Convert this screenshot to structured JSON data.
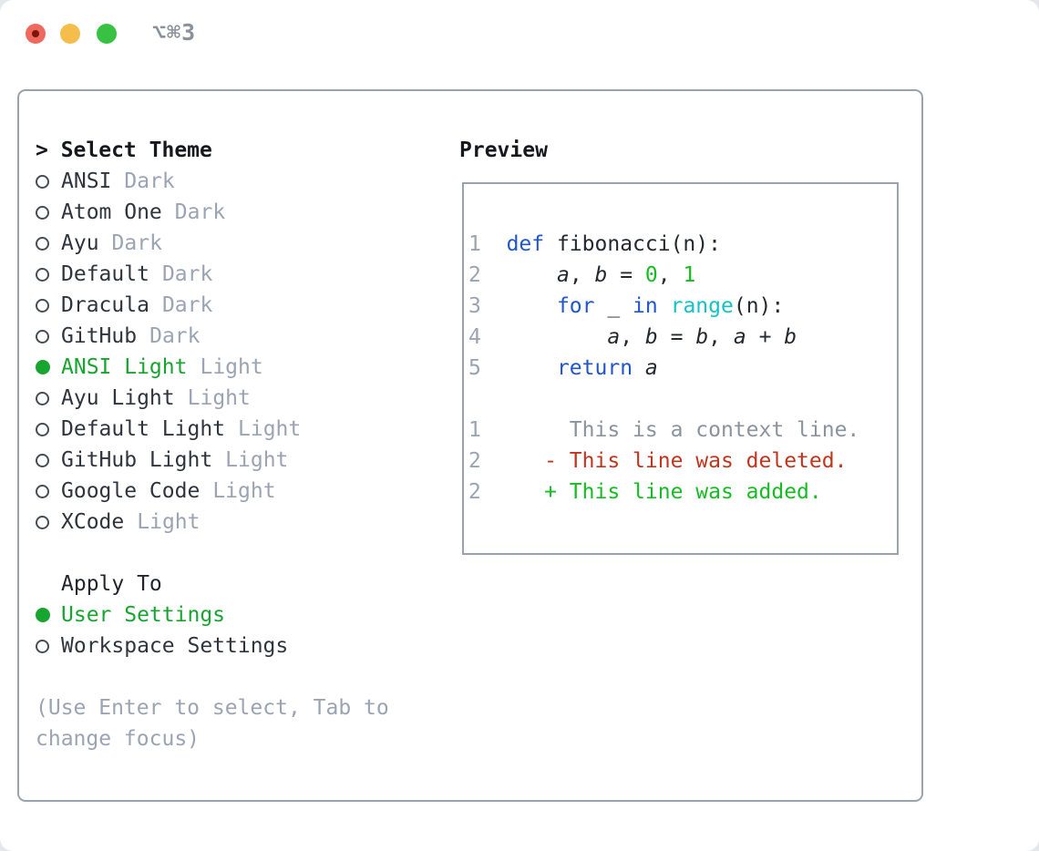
{
  "window": {
    "title": "⌥⌘3"
  },
  "titlebar": {
    "buttons": [
      {
        "name": "close",
        "color": "#ee6a5f"
      },
      {
        "name": "minimize",
        "color": "#f5bd4c"
      },
      {
        "name": "zoom",
        "color": "#38c244"
      }
    ]
  },
  "colors": {
    "accent_selected_green": "#17a52f",
    "added_green": "#16bd22",
    "deleted_red": "#c1351f",
    "keyword_blue": "#1e56cb",
    "function_cyan": "#14c2c9",
    "muted_gray": "#9aa4b2",
    "context_gray": "#8a939e",
    "text_dark": "#2f353d",
    "border_gray": "#99a3ae"
  },
  "theme_list": {
    "header": "> Select Theme",
    "items": [
      {
        "name": "ANSI",
        "variant": "Dark",
        "selected": false
      },
      {
        "name": "Atom One",
        "variant": "Dark",
        "selected": false
      },
      {
        "name": "Ayu",
        "variant": "Dark",
        "selected": false
      },
      {
        "name": "Default",
        "variant": "Dark",
        "selected": false
      },
      {
        "name": "Dracula",
        "variant": "Dark",
        "selected": false
      },
      {
        "name": "GitHub",
        "variant": "Dark",
        "selected": false
      },
      {
        "name": "ANSI Light",
        "variant": "Light",
        "selected": true
      },
      {
        "name": "Ayu Light",
        "variant": "Light",
        "selected": false
      },
      {
        "name": "Default Light",
        "variant": "Light",
        "selected": false
      },
      {
        "name": "GitHub Light",
        "variant": "Light",
        "selected": false
      },
      {
        "name": "Google Code",
        "variant": "Light",
        "selected": false
      },
      {
        "name": "XCode",
        "variant": "Light",
        "selected": false
      }
    ]
  },
  "apply_to": {
    "header": "Apply To",
    "options": [
      {
        "label": "User Settings",
        "selected": true
      },
      {
        "label": "Workspace Settings",
        "selected": false
      }
    ]
  },
  "hint": {
    "line1": "(Use Enter to select, Tab to",
    "line2": "change focus)"
  },
  "preview": {
    "title": "Preview",
    "lines": [
      {
        "num": "1",
        "tokens": [
          {
            "t": "  ",
            "c": "fg"
          },
          {
            "t": "def",
            "c": "kw"
          },
          {
            "t": " fibonacci(n):",
            "c": "fg"
          }
        ]
      },
      {
        "num": "2",
        "tokens": [
          {
            "t": "      ",
            "c": "fg"
          },
          {
            "t": "a",
            "c": "var"
          },
          {
            "t": ", ",
            "c": "fg"
          },
          {
            "t": "b",
            "c": "var"
          },
          {
            "t": " = ",
            "c": "fg"
          },
          {
            "t": "0",
            "c": "num"
          },
          {
            "t": ", ",
            "c": "fg"
          },
          {
            "t": "1",
            "c": "num"
          }
        ]
      },
      {
        "num": "3",
        "tokens": [
          {
            "t": "      ",
            "c": "fg"
          },
          {
            "t": "for",
            "c": "kw"
          },
          {
            "t": " _ ",
            "c": "fg"
          },
          {
            "t": "in",
            "c": "kw"
          },
          {
            "t": " ",
            "c": "fg"
          },
          {
            "t": "range",
            "c": "fn"
          },
          {
            "t": "(n):",
            "c": "fg"
          }
        ]
      },
      {
        "num": "4",
        "tokens": [
          {
            "t": "          ",
            "c": "fg"
          },
          {
            "t": "a",
            "c": "var"
          },
          {
            "t": ", ",
            "c": "fg"
          },
          {
            "t": "b",
            "c": "var"
          },
          {
            "t": " = ",
            "c": "fg"
          },
          {
            "t": "b",
            "c": "var"
          },
          {
            "t": ", ",
            "c": "fg"
          },
          {
            "t": "a",
            "c": "var"
          },
          {
            "t": " + ",
            "c": "fg"
          },
          {
            "t": "b",
            "c": "var"
          }
        ]
      },
      {
        "num": "5",
        "tokens": [
          {
            "t": "      ",
            "c": "fg"
          },
          {
            "t": "return",
            "c": "kw"
          },
          {
            "t": " ",
            "c": "fg"
          },
          {
            "t": "a",
            "c": "var"
          }
        ]
      },
      {
        "num": "",
        "tokens": []
      },
      {
        "num": "1",
        "tokens": [
          {
            "t": "       This is a context line.",
            "c": "ctx"
          }
        ]
      },
      {
        "num": "2",
        "tokens": [
          {
            "t": "     - This line was deleted.",
            "c": "del"
          }
        ]
      },
      {
        "num": "2",
        "tokens": [
          {
            "t": "     + This line was added.",
            "c": "add"
          }
        ]
      }
    ]
  }
}
